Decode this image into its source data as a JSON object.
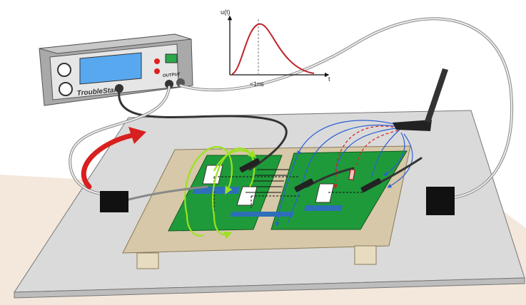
{
  "device": {
    "brand": "TroubleStar",
    "output_label": "OUTPUT"
  },
  "pulse_plot": {
    "y_label": "u(t)",
    "x_label": "t",
    "width_label": "<1ns"
  },
  "colors": {
    "pcb_green": "#1f9a3a",
    "field_blue": "#2d5fd6",
    "current_loop_green": "#9be21f",
    "pulse_red": "#c0232a",
    "arrow_red": "#d7201f",
    "board_wood": "#d6c8a8",
    "table_grey": "#dadada",
    "floor_beige": "#f4e8dd"
  },
  "icons": [
    "knob-icon",
    "bnc-connector-icon",
    "led-indicator-icon",
    "probe-icon",
    "antenna-icon",
    "ferrite-clamp-icon"
  ]
}
